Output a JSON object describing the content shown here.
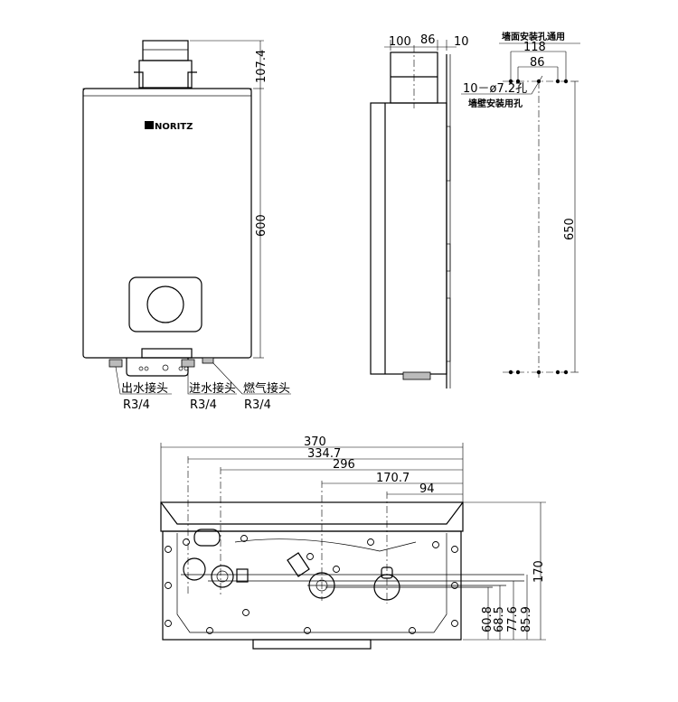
{
  "front_view": {
    "logo": "NORITZ",
    "dim_flue_height": "107.4",
    "dim_body_height": "600",
    "connections": [
      {
        "label": "出水接头",
        "size": "R3/4"
      },
      {
        "label": "进水接头",
        "size": "R3/4"
      },
      {
        "label": "燃气接头",
        "size": "R3/4"
      }
    ]
  },
  "side_view": {
    "dim_left": "100",
    "dim_mid": "86",
    "dim_right": "10"
  },
  "wall_holes": {
    "title": "墙面安装孔通用",
    "dim_outer": "118",
    "dim_inner": "86",
    "hole_spec": "10－ø7.2孔",
    "hole_label": "墙壁安装用孔",
    "dim_height": "650"
  },
  "bottom_view": {
    "horizontal_dims": [
      "370",
      "334.7",
      "296",
      "170.7",
      "94"
    ],
    "vertical_dims": [
      "170",
      "60.8",
      "68.5",
      "77.6",
      "85.9"
    ]
  }
}
